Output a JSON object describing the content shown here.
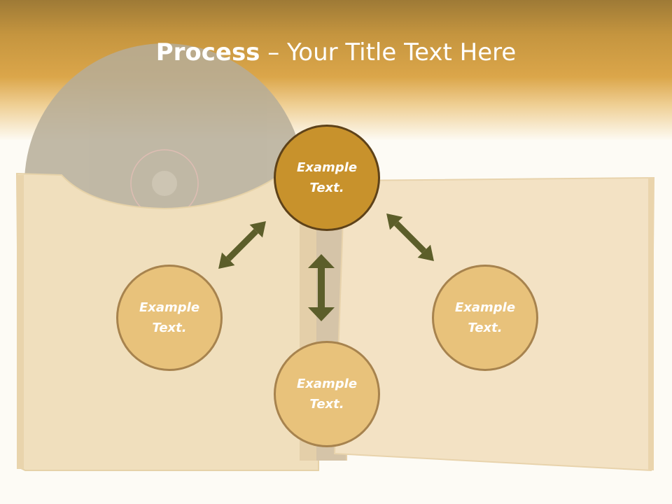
{
  "slide": {
    "title_bold": "Process",
    "title_rest": " – Your Title Text Here"
  },
  "nodes": {
    "top": {
      "line1": "Example",
      "line2": "Text."
    },
    "left": {
      "line1": "Example",
      "line2": "Text."
    },
    "bottom": {
      "line1": "Example",
      "line2": "Text."
    },
    "right": {
      "line1": "Example",
      "line2": "Text."
    }
  },
  "colors": {
    "header": "#dba64a",
    "center_node_fill": "#c8922c",
    "outer_node_fill": "#e8c27b",
    "arrow": "#5c5e2a"
  }
}
